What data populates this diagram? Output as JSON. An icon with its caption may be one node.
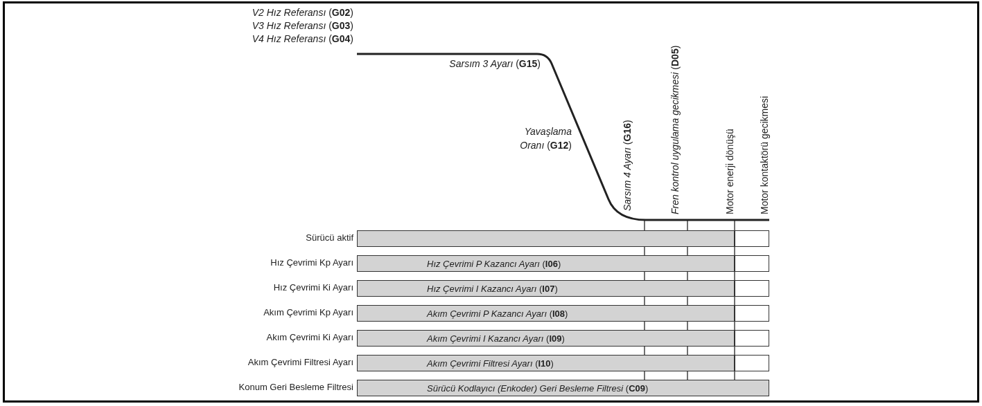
{
  "diagram": {
    "nodes": [
      {
        "text": [],
        "shape": "bar",
        "beside": [
          "Sürücü aktif"
        ]
      },
      {
        "text": [],
        "shape": "box"
      },
      {
        "text": [
          "*Hız Çevrimi P Kazancı Ayarı* (**I06**)"
        ],
        "beside": [
          "Hız Çevrimi Kp Ayarı"
        ]
      },
      {
        "text": [],
        "shape": "box"
      },
      {
        "text": [
          "*Hız Çevrimi I Kazancı Ayarı* (**I07**)"
        ],
        "beside": [
          "Hız Çevrimi Ki Ayarı"
        ]
      },
      {
        "text": [],
        "shape": "box"
      },
      {
        "text": [
          "*Akım Çevrimi P Kazancı Ayarı* (**I08**)"
        ],
        "beside": [
          "Akım Çevrimi Kp Ayarı"
        ]
      },
      {
        "text": [],
        "shape": "box"
      },
      {
        "text": [
          "*Akım Çevrimi I Kazancı Ayarı* (**I09**)"
        ],
        "beside": [
          "Akım Çevrimi Ki Ayarı"
        ]
      },
      {
        "text": [],
        "shape": "box"
      },
      {
        "text": [
          "*Akım Çevrimi Filtresi Ayarı* (**I10**)"
        ],
        "beside": [
          "Akım Çevrimi Filtresi Ayarı"
        ]
      },
      {
        "text": [],
        "shape": "box"
      },
      {
        "text": [
          "*Sürücü Kodlayıcı (Enkoder) Geri Besleme Filtresi* (**C09**)"
        ],
        "beside": [
          "Konum Geri Besleme Filtresi"
        ]
      }
    ],
    "labels": [
      "*V2 Hız Referansı* (**G02**)",
      "*V3 Hız Referansı* (**G03**)",
      "*V4 Hız Referansı* (**G04**)",
      "*Sarsım 3 Ayarı* (**G15**)",
      "*Yavaşlama Oranı* (**G12**)",
      "*Sarsım 4 Ayarı* (**G16**)",
      "*Fren kontrol uygulama gecikmesi* (**D05**)",
      "Motor enerji dönüşü",
      "Motor kontaktörü gecikmesi"
    ]
  }
}
